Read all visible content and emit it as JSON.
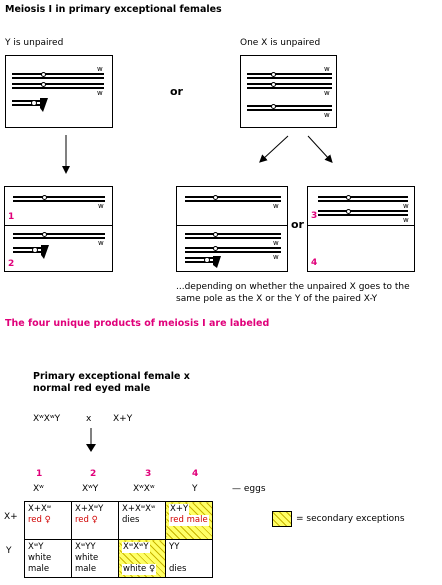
{
  "title": "Meiosis I in primary exceptional females",
  "left_label": "Y is unpaired",
  "right_label": "One X is unpaired",
  "or_text": "or",
  "w_allele": "w",
  "products": [
    "1",
    "2",
    "3",
    "4"
  ],
  "note_line1": "...depending on whether the unpaired X goes to the",
  "note_line2": "same pole as the X or the Y of the paired X-Y",
  "summary": "The four unique products of meiosis I are labeled",
  "cross": {
    "title_line1": "Primary exceptional female x",
    "title_line2": "normal red eyed male",
    "female": "XʷXʷY",
    "x_sign": "x",
    "male": "X+Y"
  },
  "eggs": {
    "numbers": [
      "1",
      "2",
      "3",
      "4"
    ],
    "genotypes": [
      "Xʷ",
      "XʷY",
      "XʷXʷ",
      "Y"
    ],
    "label": "— eggs"
  },
  "sperm": [
    "X+",
    "Y"
  ],
  "punnett": {
    "row1": [
      {
        "geno": "X+Xʷ",
        "pheno": "red ♀"
      },
      {
        "geno": "X+XʷY",
        "pheno": "red ♀"
      },
      {
        "geno": "X+XʷXʷ",
        "pheno": "dies"
      },
      {
        "geno": "X+Y",
        "pheno": "red male"
      }
    ],
    "row2": [
      {
        "geno": "XʷY",
        "pheno1": "white",
        "pheno2": "male"
      },
      {
        "geno": "XʷYY",
        "pheno1": "white",
        "pheno2": "male"
      },
      {
        "geno": "XʷXʷY",
        "pheno1": "white ♀",
        "pheno2": ""
      },
      {
        "geno": "YY",
        "pheno1": "dies",
        "pheno2": ""
      }
    ]
  },
  "legend": "= secondary exceptions",
  "colors": {
    "accent": "#e0007a",
    "red_text": "#d00000",
    "hatch": "#ffff66"
  }
}
